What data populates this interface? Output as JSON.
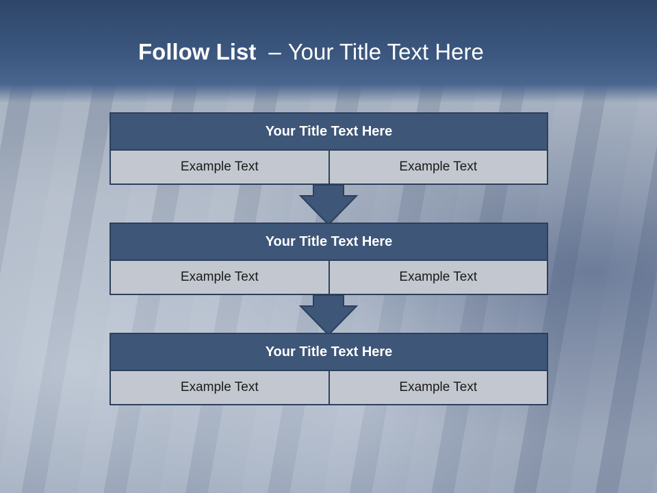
{
  "slide": {
    "title_strong": "Follow List",
    "title_separator": "–",
    "title_rest": "Your Title Text Here"
  },
  "blocks": [
    {
      "title": "Your Title Text Here",
      "left_text": "Example Text",
      "right_text": "Example Text"
    },
    {
      "title": "Your Title Text Here",
      "left_text": "Example Text",
      "right_text": "Example Text"
    },
    {
      "title": "Your Title Text Here",
      "left_text": "Example Text",
      "right_text": "Example Text"
    }
  ],
  "colors": {
    "header": "#3c5880",
    "block_title": "#3e5678",
    "cell": "#c3c8d0",
    "arrow": "#3e5678"
  },
  "icons": [
    "down-arrow-icon"
  ]
}
